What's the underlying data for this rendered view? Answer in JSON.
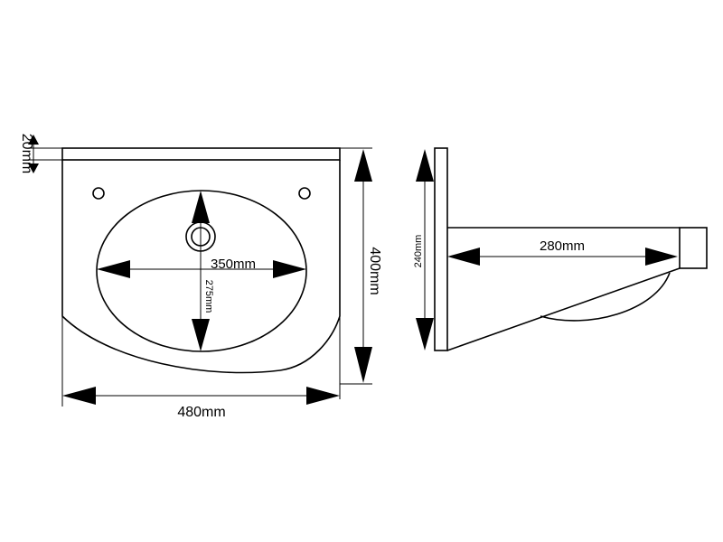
{
  "dimensions": {
    "thickness": "20mm",
    "width": "480mm",
    "depth": "400mm",
    "bowl_width": "350mm",
    "bowl_depth": "275mm",
    "side_height": "240mm",
    "side_projection": "280mm"
  }
}
